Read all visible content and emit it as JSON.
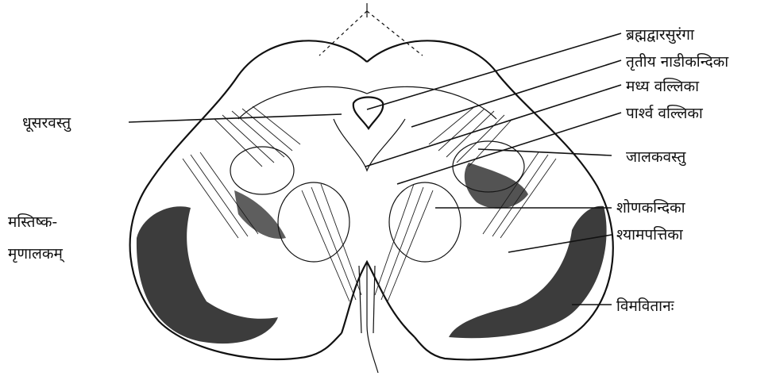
{
  "labels": {
    "brahmadvarasuranga": "ब्रह्मद्वारसुरंगा",
    "tritiya_nadikandika": "तृतीय नाडीकन्दिका",
    "madhya_vallika": "मध्य वल्लिका",
    "parshva_vallika": "पार्श्व वल्लिका",
    "jalakavastu": "जालकवस्तु",
    "shonakandika": "शोणकन्दिका",
    "shyamapattika": "श्यामपत्तिका",
    "vimavitanah": "विमवितानः",
    "dhusaravastu": "धूसरवस्तु",
    "mastishka_line1": "मस्तिष्क-",
    "mastishka_line2": "मृणालकम्"
  }
}
